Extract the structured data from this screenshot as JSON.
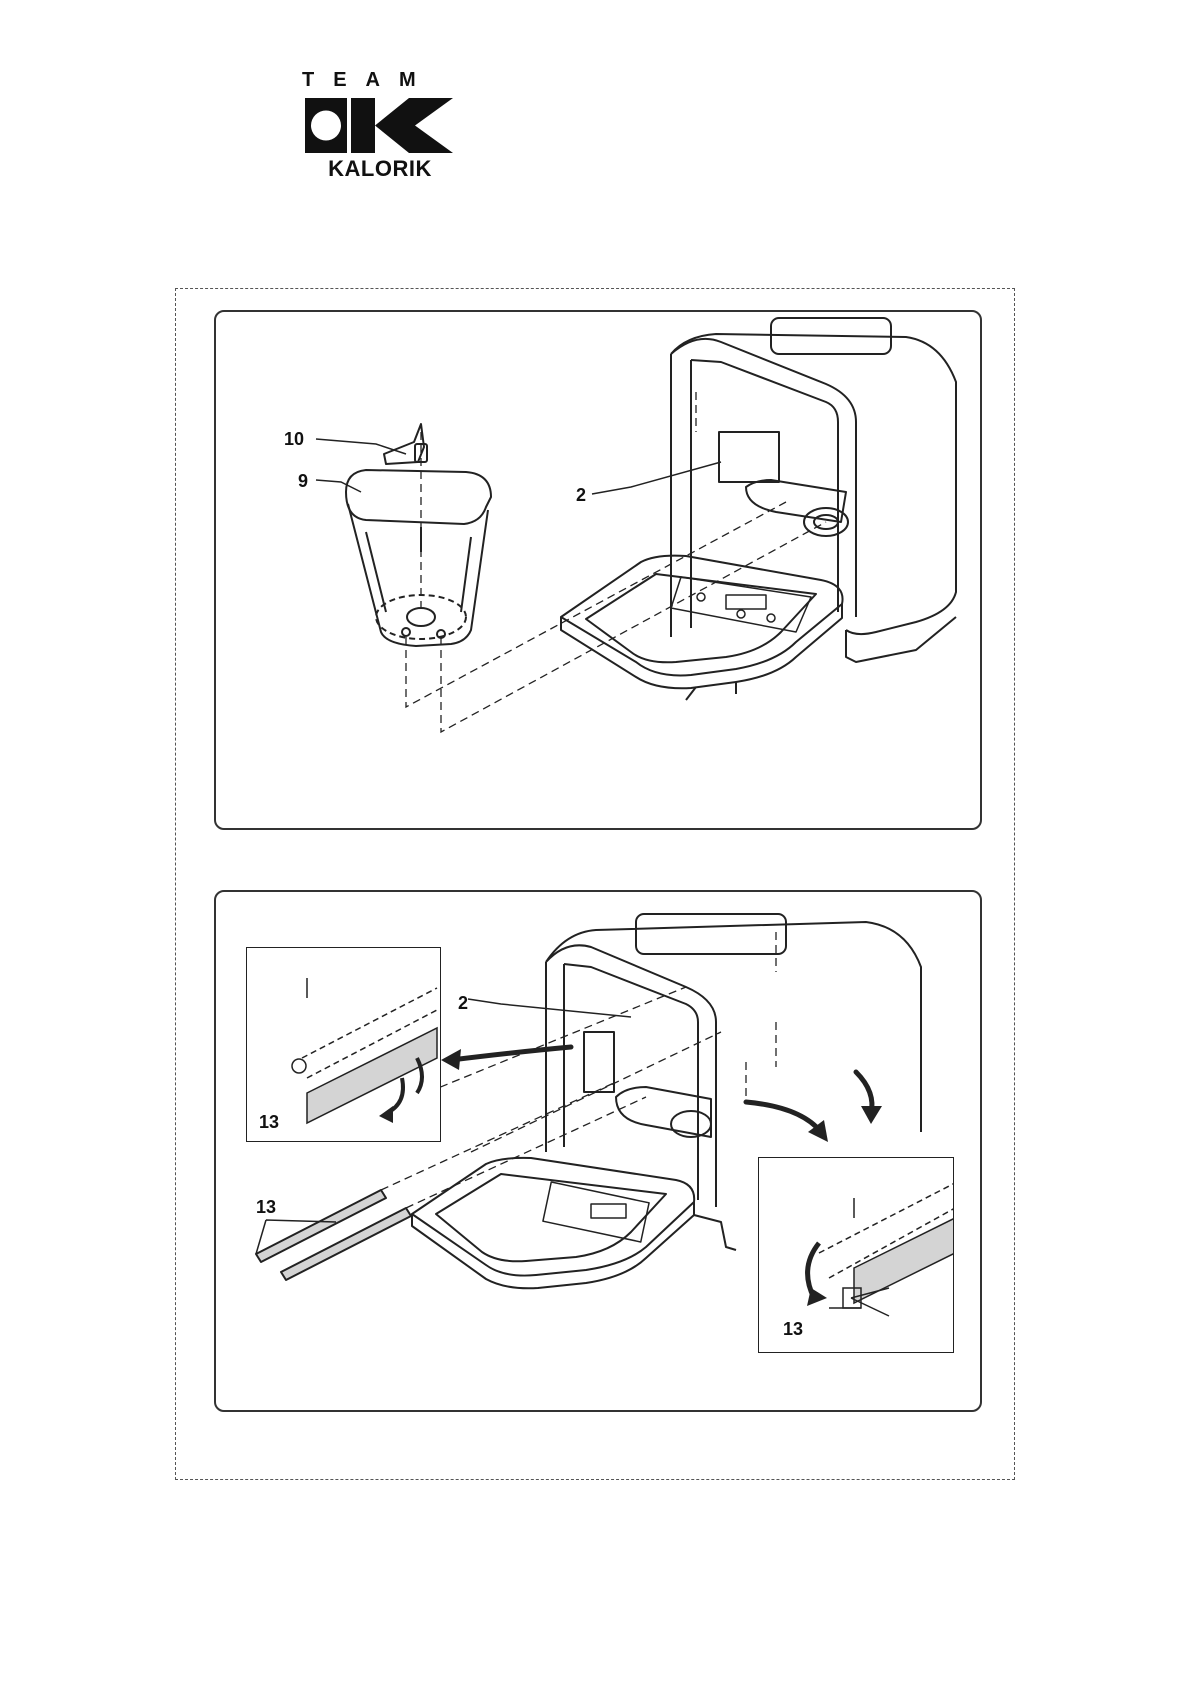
{
  "logo": {
    "line1": "TEAM",
    "line2": "KALORIK",
    "mark": "kalorik-k-mark-icon"
  },
  "figure_top": {
    "callouts": {
      "paddle": "10",
      "pan": "9",
      "door": "2"
    }
  },
  "figure_bottom": {
    "callouts": {
      "door": "2",
      "left_detail_rail": "13",
      "rails_pair": "13",
      "right_detail_rail": "13"
    }
  },
  "colors": {
    "ink": "#222222",
    "rail_fill": "#d4d4d4",
    "paper": "#ffffff"
  }
}
